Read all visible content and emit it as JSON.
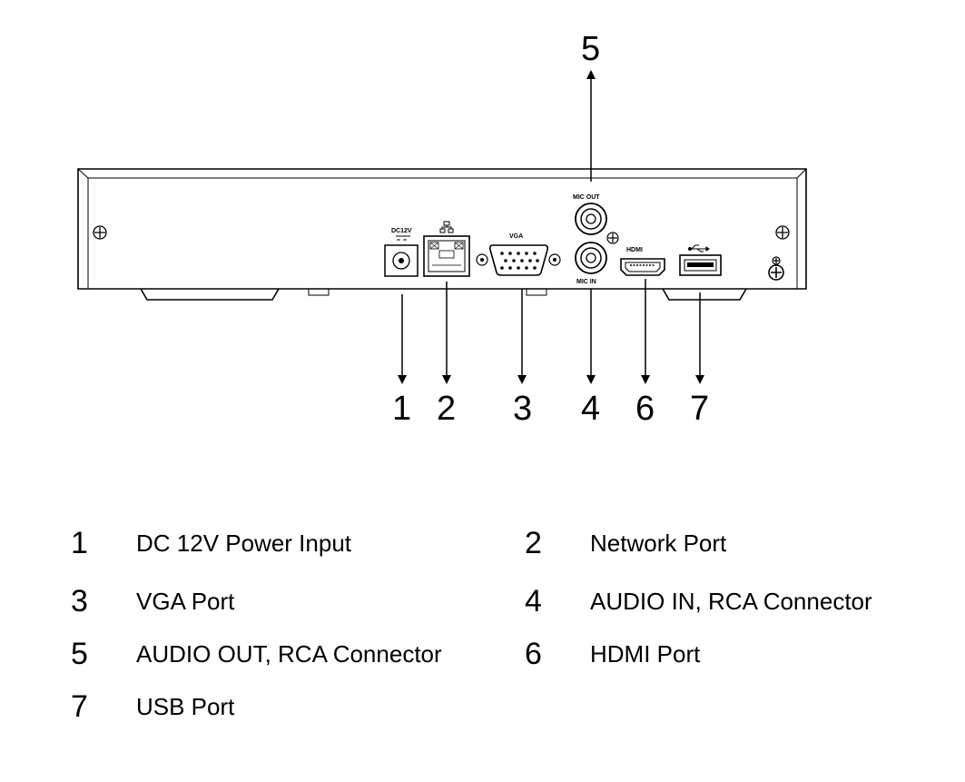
{
  "device_labels": {
    "dc": "DC12V",
    "vga": "VGA",
    "mic_out": "MIC OUT",
    "mic_in": "MIC IN",
    "hdmi": "HDMI"
  },
  "callouts": [
    "1",
    "2",
    "3",
    "4",
    "5",
    "6",
    "7"
  ],
  "legend": [
    {
      "num": "1",
      "text": "DC 12V Power Input"
    },
    {
      "num": "2",
      "text": "Network Port"
    },
    {
      "num": "3",
      "text": "VGA Port"
    },
    {
      "num": "4",
      "text": "AUDIO IN, RCA Connector"
    },
    {
      "num": "5",
      "text": "AUDIO OUT, RCA Connector"
    },
    {
      "num": "6",
      "text": "HDMI Port"
    },
    {
      "num": "7",
      "text": "USB Port"
    }
  ]
}
